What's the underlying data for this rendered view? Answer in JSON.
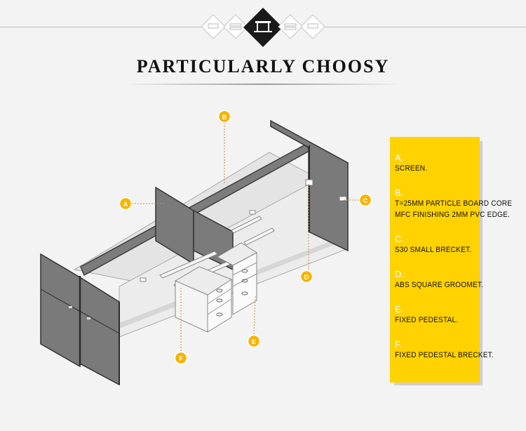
{
  "header": {
    "title": "PARTICULARLY CHOOSY"
  },
  "callouts": [
    {
      "letter": "A"
    },
    {
      "letter": "B"
    },
    {
      "letter": "C"
    },
    {
      "letter": "D"
    },
    {
      "letter": "E"
    },
    {
      "letter": "F"
    }
  ],
  "legend": [
    {
      "letter": "A.",
      "lines": [
        "SCREEN."
      ]
    },
    {
      "letter": "B.",
      "lines": [
        "T=25MM PARTICLE BOARD CORE",
        "MFC FINISHING  2MM PVC EDGE."
      ]
    },
    {
      "letter": "C.",
      "lines": [
        "S30 SMALL BRECKET."
      ]
    },
    {
      "letter": "D.",
      "lines": [
        "ABS SQUARE GROOMET."
      ]
    },
    {
      "letter": "E.",
      "lines": [
        "FIXED PEDESTAL."
      ]
    },
    {
      "letter": "F.",
      "lines": [
        "FIXED PEDESTAL BRECKET."
      ]
    }
  ],
  "colors": {
    "accent": "#ffd200",
    "callout_fill": "#f5b400",
    "panel": "#767676",
    "frame": "#3a3a3a",
    "desk": "#e6e6e6"
  }
}
